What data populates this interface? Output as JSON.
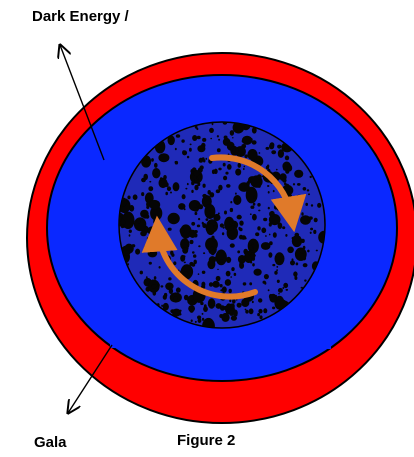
{
  "labels": {
    "top": "Dark Energy /",
    "bottom": "Gala",
    "figure": "Figure 2"
  },
  "colors": {
    "outer_ring": "#ff0000",
    "middle_disc": "#0a28ff",
    "core": "#1f2ab8",
    "core_dots": "#050505",
    "rotation_arrow": "#e07a2a",
    "stroke": "#000000"
  },
  "elements": {
    "rotation": "clockwise-circular-arrow",
    "pointer_arrows": [
      "up-left-arrow",
      "down-left-arrow"
    ]
  }
}
